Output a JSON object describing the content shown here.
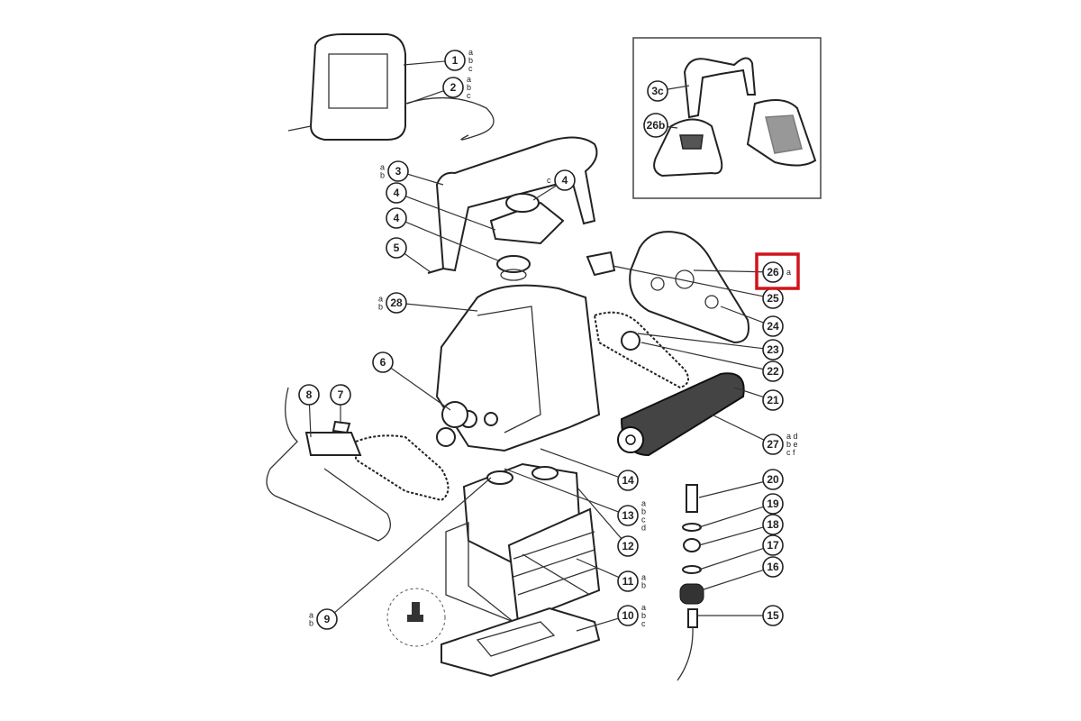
{
  "diagram": {
    "highlight_color": "#d0141b",
    "highlighted_callout": "26",
    "callouts": [
      {
        "id": "1",
        "subs": "a b c"
      },
      {
        "id": "2",
        "subs": "a b c"
      },
      {
        "id": "3",
        "subs": "a b"
      },
      {
        "id": "4",
        "subs": "c"
      },
      {
        "id": "4",
        "subs": ""
      },
      {
        "id": "4",
        "subs": ""
      },
      {
        "id": "5",
        "subs": ""
      },
      {
        "id": "28",
        "subs": "a b"
      },
      {
        "id": "6",
        "subs": ""
      },
      {
        "id": "7",
        "subs": ""
      },
      {
        "id": "8",
        "subs": ""
      },
      {
        "id": "9",
        "subs": "a b"
      },
      {
        "id": "10",
        "subs": "a b c"
      },
      {
        "id": "11",
        "subs": "a b"
      },
      {
        "id": "12",
        "subs": ""
      },
      {
        "id": "13",
        "subs": "a b c d"
      },
      {
        "id": "14",
        "subs": ""
      },
      {
        "id": "15",
        "subs": ""
      },
      {
        "id": "16",
        "subs": ""
      },
      {
        "id": "17",
        "subs": ""
      },
      {
        "id": "18",
        "subs": ""
      },
      {
        "id": "19",
        "subs": ""
      },
      {
        "id": "20",
        "subs": ""
      },
      {
        "id": "21",
        "subs": ""
      },
      {
        "id": "22",
        "subs": ""
      },
      {
        "id": "23",
        "subs": ""
      },
      {
        "id": "24",
        "subs": ""
      },
      {
        "id": "25",
        "subs": ""
      },
      {
        "id": "26",
        "subs": "a"
      },
      {
        "id": "27",
        "subs": "a d b e c f"
      },
      {
        "id": "3c",
        "subs": ""
      },
      {
        "id": "26b",
        "subs": ""
      }
    ]
  }
}
